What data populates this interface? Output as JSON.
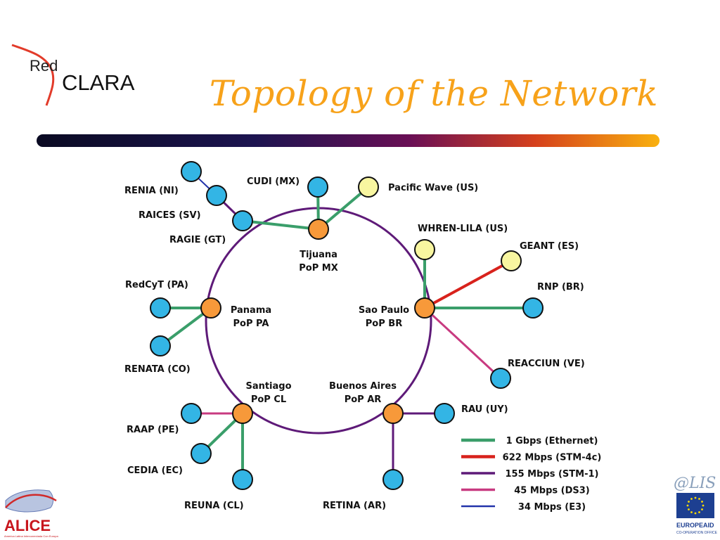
{
  "title": "Topology of the Network",
  "logos": {
    "redclara_part1": "Red",
    "redclara_part2": "CLARA",
    "alice": "ALICE",
    "alice_tagline": "America Latina Interconectada Con Europa",
    "alis": "@LIS",
    "europeaid": "EUROPEAID",
    "europeaid_sub": "CO-OPERATION OFFICE"
  },
  "colors": {
    "title": "#f7a21a",
    "pop": "#f7993a",
    "network": "#33b5e5",
    "external": "#f8f6a0",
    "link_1g": "#3a9e6a",
    "link_622": "#d8221c",
    "link_155": "#5e1a78",
    "link_45": "#c83a80",
    "link_34": "#2233aa"
  },
  "nodes": {
    "pop_tijuana": {
      "label": [
        "Tijuana",
        "PoP MX"
      ],
      "kind": "pop"
    },
    "pop_panama": {
      "label": [
        "Panama",
        "PoP PA"
      ],
      "kind": "pop"
    },
    "pop_saopaulo": {
      "label": [
        "Sao Paulo",
        "PoP BR"
      ],
      "kind": "pop"
    },
    "pop_santiago": {
      "label": [
        "Santiago",
        "PoP CL"
      ],
      "kind": "pop"
    },
    "pop_buenosaires": {
      "label": [
        "Buenos Aires",
        "PoP AR"
      ],
      "kind": "pop"
    },
    "renia": {
      "label": "RENIA (NI)",
      "kind": "network"
    },
    "raices": {
      "label": "RAICES (SV)",
      "kind": "network"
    },
    "ragie": {
      "label": "RAGIE (GT)",
      "kind": "network"
    },
    "cudi": {
      "label": "CUDI (MX)",
      "kind": "network"
    },
    "pacificwave": {
      "label": "Pacific Wave (US)",
      "kind": "external"
    },
    "whren": {
      "label": "WHREN-LILA (US)",
      "kind": "external"
    },
    "geant": {
      "label": "GEANT (ES)",
      "kind": "external"
    },
    "rnp": {
      "label": "RNP (BR)",
      "kind": "network"
    },
    "reacciun": {
      "label": "REACCIUN (VE)",
      "kind": "network"
    },
    "redcyt": {
      "label": "RedCyT (PA)",
      "kind": "network"
    },
    "renata": {
      "label": "RENATA (CO)",
      "kind": "network"
    },
    "raap": {
      "label": "RAAP (PE)",
      "kind": "network"
    },
    "cedia": {
      "label": "CEDIA (EC)",
      "kind": "network"
    },
    "reuna": {
      "label": "REUNA (CL)",
      "kind": "network"
    },
    "retina": {
      "label": "RETINA (AR)",
      "kind": "network"
    },
    "rau": {
      "label": "RAU (UY)",
      "kind": "network"
    }
  },
  "links": [
    {
      "from": "renia",
      "to": "raices",
      "type": "34"
    },
    {
      "from": "raices",
      "to": "ragie",
      "type": "155"
    },
    {
      "from": "ragie",
      "to": "pop_tijuana",
      "type": "1g"
    },
    {
      "from": "cudi",
      "to": "pop_tijuana",
      "type": "1g"
    },
    {
      "from": "pacificwave",
      "to": "pop_tijuana",
      "type": "1g"
    },
    {
      "from": "whren",
      "to": "pop_saopaulo",
      "type": "1g"
    },
    {
      "from": "geant",
      "to": "pop_saopaulo",
      "type": "622"
    },
    {
      "from": "rnp",
      "to": "pop_saopaulo",
      "type": "1g"
    },
    {
      "from": "reacciun",
      "to": "pop_saopaulo",
      "type": "45"
    },
    {
      "from": "redcyt",
      "to": "pop_panama",
      "type": "1g"
    },
    {
      "from": "renata",
      "to": "pop_panama",
      "type": "1g"
    },
    {
      "from": "raap",
      "to": "pop_santiago",
      "type": "45"
    },
    {
      "from": "cedia",
      "to": "pop_santiago",
      "type": "1g"
    },
    {
      "from": "reuna",
      "to": "pop_santiago",
      "type": "1g"
    },
    {
      "from": "retina",
      "to": "pop_buenosaires",
      "type": "155"
    },
    {
      "from": "rau",
      "to": "pop_buenosaires",
      "type": "155"
    }
  ],
  "legend": [
    {
      "type": "1g",
      "label": "1 Gbps (Ethernet)"
    },
    {
      "type": "622",
      "label": "622 Mbps (STM-4c)"
    },
    {
      "type": "155",
      "label": "155 Mbps (STM-1)"
    },
    {
      "type": "45",
      "label": "45 Mbps (DS3)"
    },
    {
      "type": "34",
      "label": "34 Mbps (E3)"
    }
  ]
}
